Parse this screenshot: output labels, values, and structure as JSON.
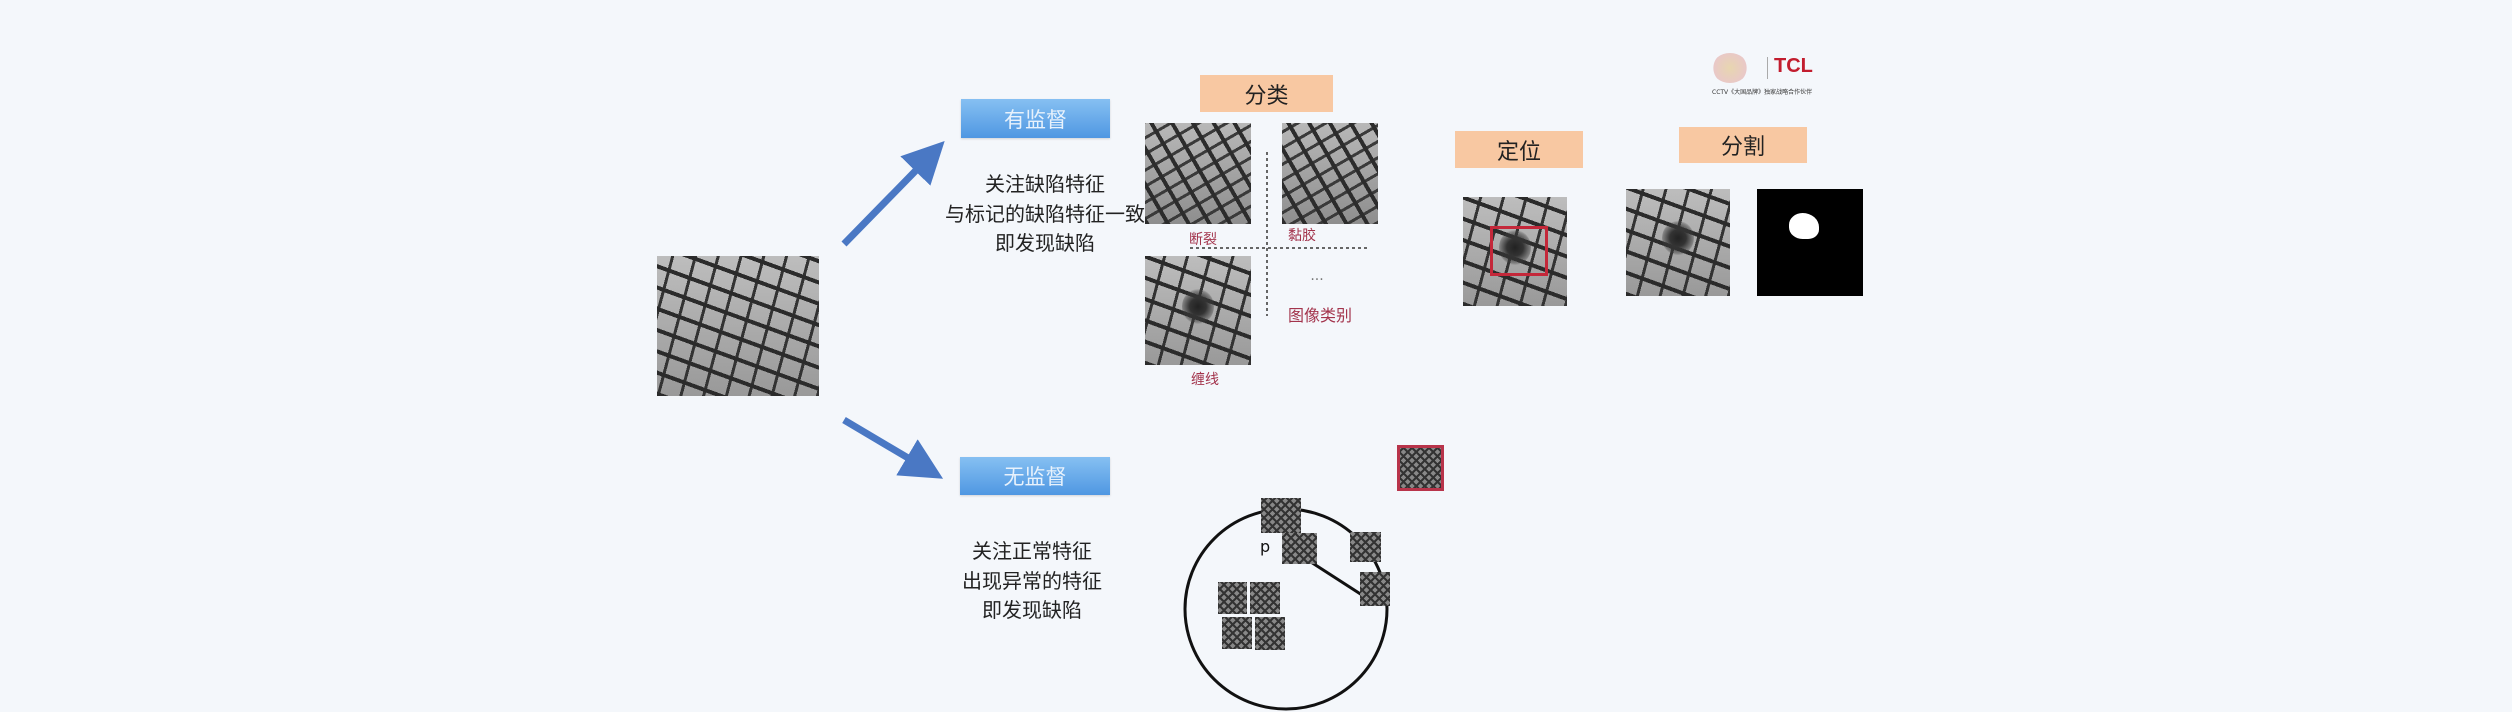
{
  "supervised": {
    "title": "有监督",
    "description": [
      "关注缺陷特征",
      "与标记的缺陷特征一致",
      "即发现缺陷"
    ]
  },
  "unsupervised": {
    "title": "无监督",
    "description": [
      "关注正常特征",
      "出现异常的特征",
      "即发现缺陷"
    ],
    "point_label": "p"
  },
  "tasks": {
    "classification": {
      "title": "分类",
      "labels": [
        "断裂",
        "黏胶",
        "缠线"
      ],
      "ellipsis": "...",
      "category_label": "图像类别"
    },
    "localization": {
      "title": "定位"
    },
    "segmentation": {
      "title": "分割"
    }
  },
  "logo": {
    "brand": "TCL",
    "calligraphy": "大国品牌",
    "caption": "CCTV《大国品牌》独家战略合作伙伴"
  },
  "colors": {
    "background": "#f4f7fb",
    "blue_box": "#5a9fe6",
    "orange_box": "#f8c8a2",
    "label_red": "#a3344c",
    "arrow": "#4a78c4",
    "bbox": "#c4283a"
  }
}
